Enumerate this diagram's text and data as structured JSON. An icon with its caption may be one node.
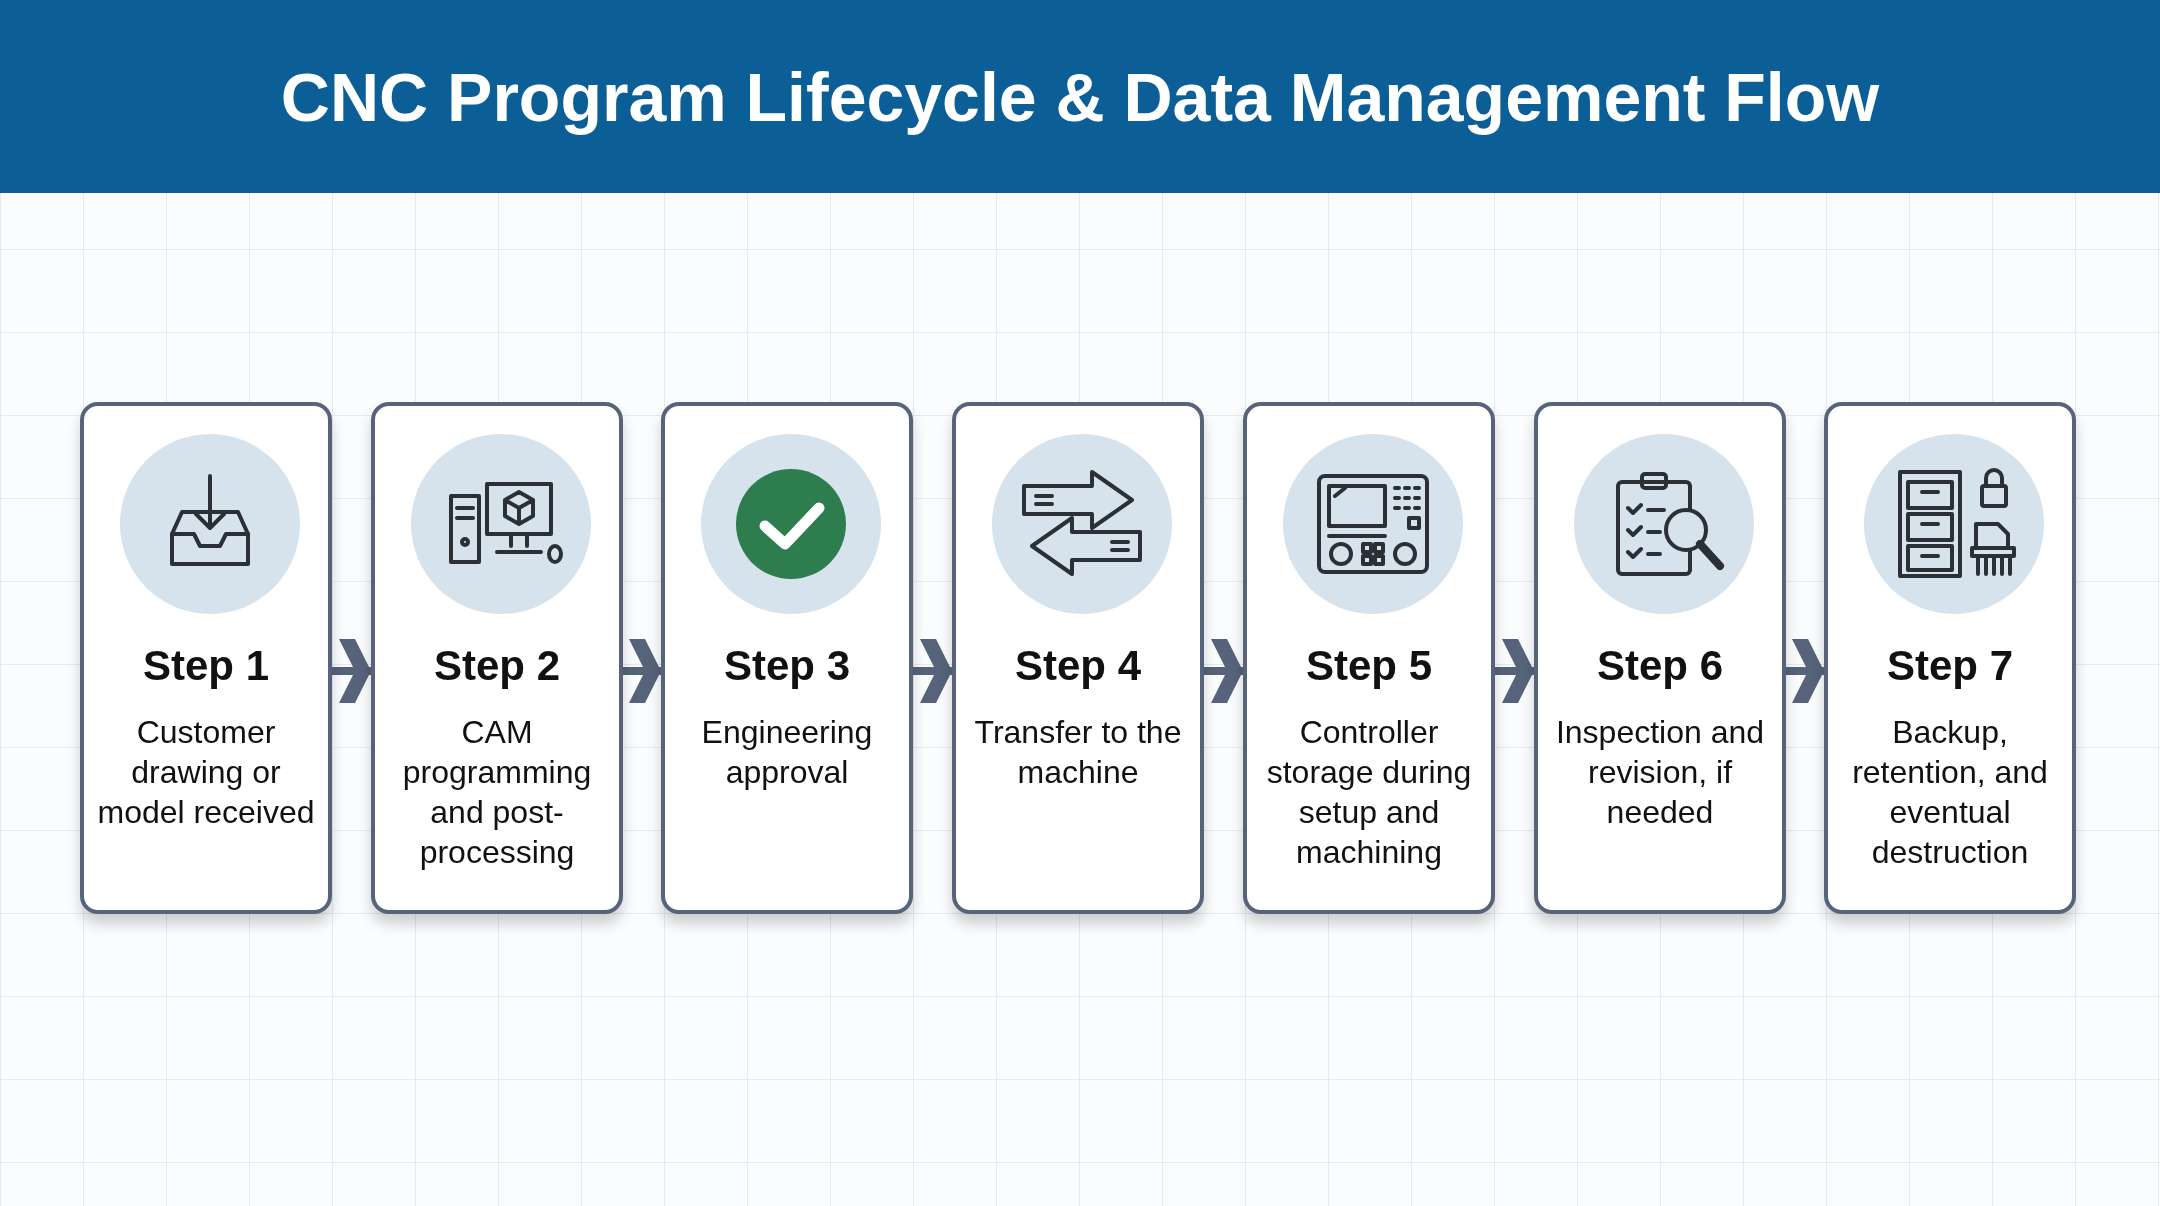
{
  "diagram": {
    "title": "CNC Program Lifecycle & Data Management Flow",
    "nodes": [
      {
        "text": [
          "Step 1",
          "Customer drawing or model received"
        ]
      },
      {
        "text": [
          "Step 2",
          "CAM programming and post-processing"
        ]
      },
      {
        "text": [
          "Step 3",
          "Engineering approval"
        ]
      },
      {
        "text": [
          "Step 4",
          "Transfer to the machine"
        ]
      },
      {
        "text": [
          "Step 5",
          "Controller storage during setup and machining"
        ]
      },
      {
        "text": [
          "Step 6",
          "Inspection and revision, if needed"
        ]
      },
      {
        "text": [
          "Step 7",
          "Backup, retention, and eventual destruction"
        ]
      }
    ],
    "edges": [
      {
        "from": 0,
        "to": 1,
        "arrow": "to"
      },
      {
        "from": 1,
        "to": 2,
        "arrow": "to"
      },
      {
        "from": 2,
        "to": 3,
        "arrow": "to"
      },
      {
        "from": 3,
        "to": 4,
        "arrow": "to"
      },
      {
        "from": 4,
        "to": 5,
        "arrow": "to"
      },
      {
        "from": 5,
        "to": 6,
        "arrow": "to"
      }
    ]
  }
}
